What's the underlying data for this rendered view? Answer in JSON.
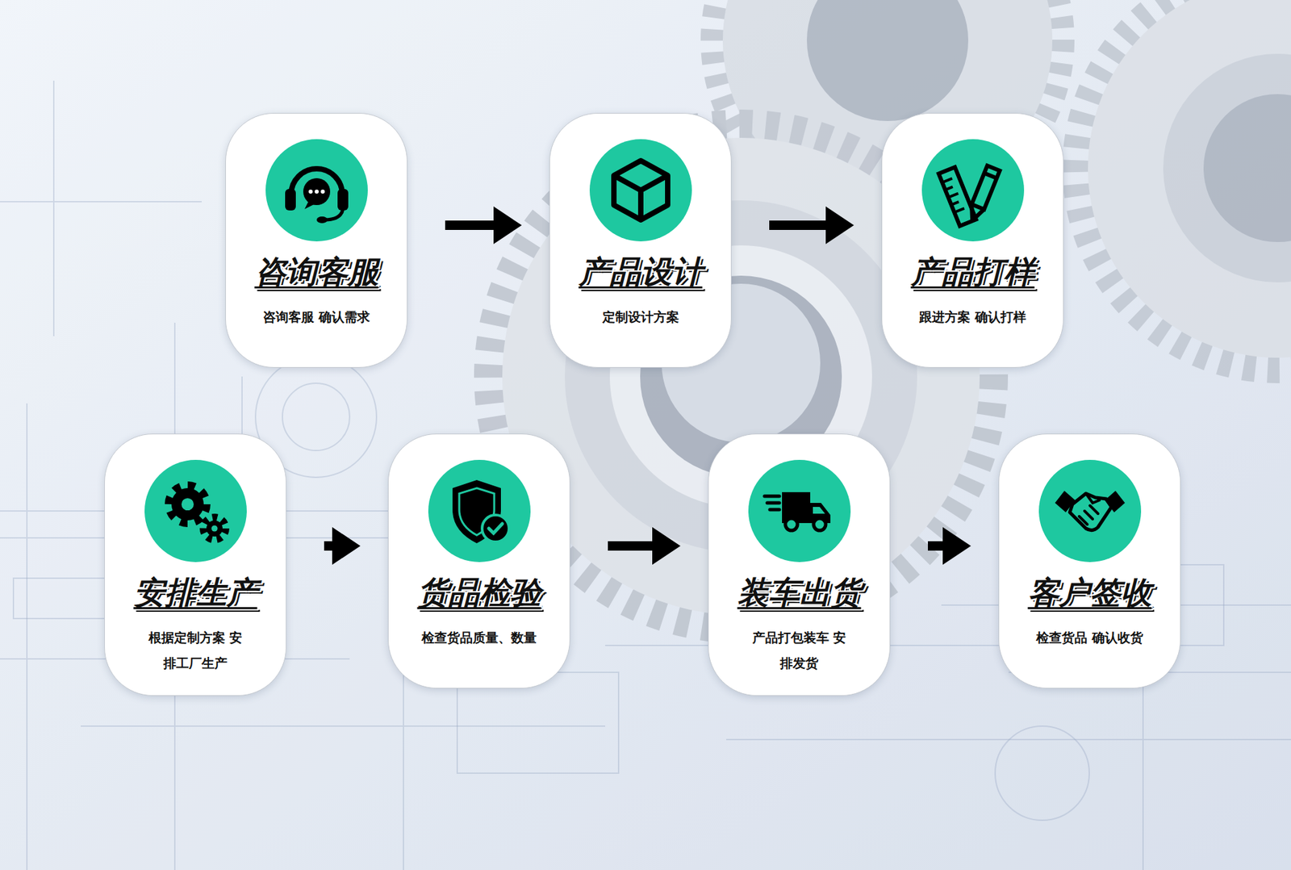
{
  "diagram": {
    "nodes": [
      {
        "text": [
          "咨询客服",
          "咨询客服 确认需求"
        ]
      },
      {
        "text": [
          "产品设计",
          "定制设计方案"
        ]
      },
      {
        "text": [
          "产品打样",
          "跟进方案 确认打样"
        ]
      },
      {
        "text": [
          "安排生产",
          "根据定制方案 安排工厂生产"
        ]
      },
      {
        "text": [
          "货品检验",
          "检查货品质量、数量"
        ]
      },
      {
        "text": [
          "装车出货",
          "产品打包装车 安排发货"
        ]
      },
      {
        "text": [
          "客户签收",
          "检查货品 确认收货"
        ]
      }
    ],
    "edges": [
      {
        "from": 0,
        "to": 1,
        "arrow": "to"
      },
      {
        "from": 1,
        "to": 2,
        "arrow": "to"
      },
      {
        "from": 3,
        "to": 4,
        "arrow": "to"
      },
      {
        "from": 4,
        "to": 5,
        "arrow": "to"
      },
      {
        "from": 5,
        "to": 6,
        "arrow": "to"
      }
    ]
  }
}
